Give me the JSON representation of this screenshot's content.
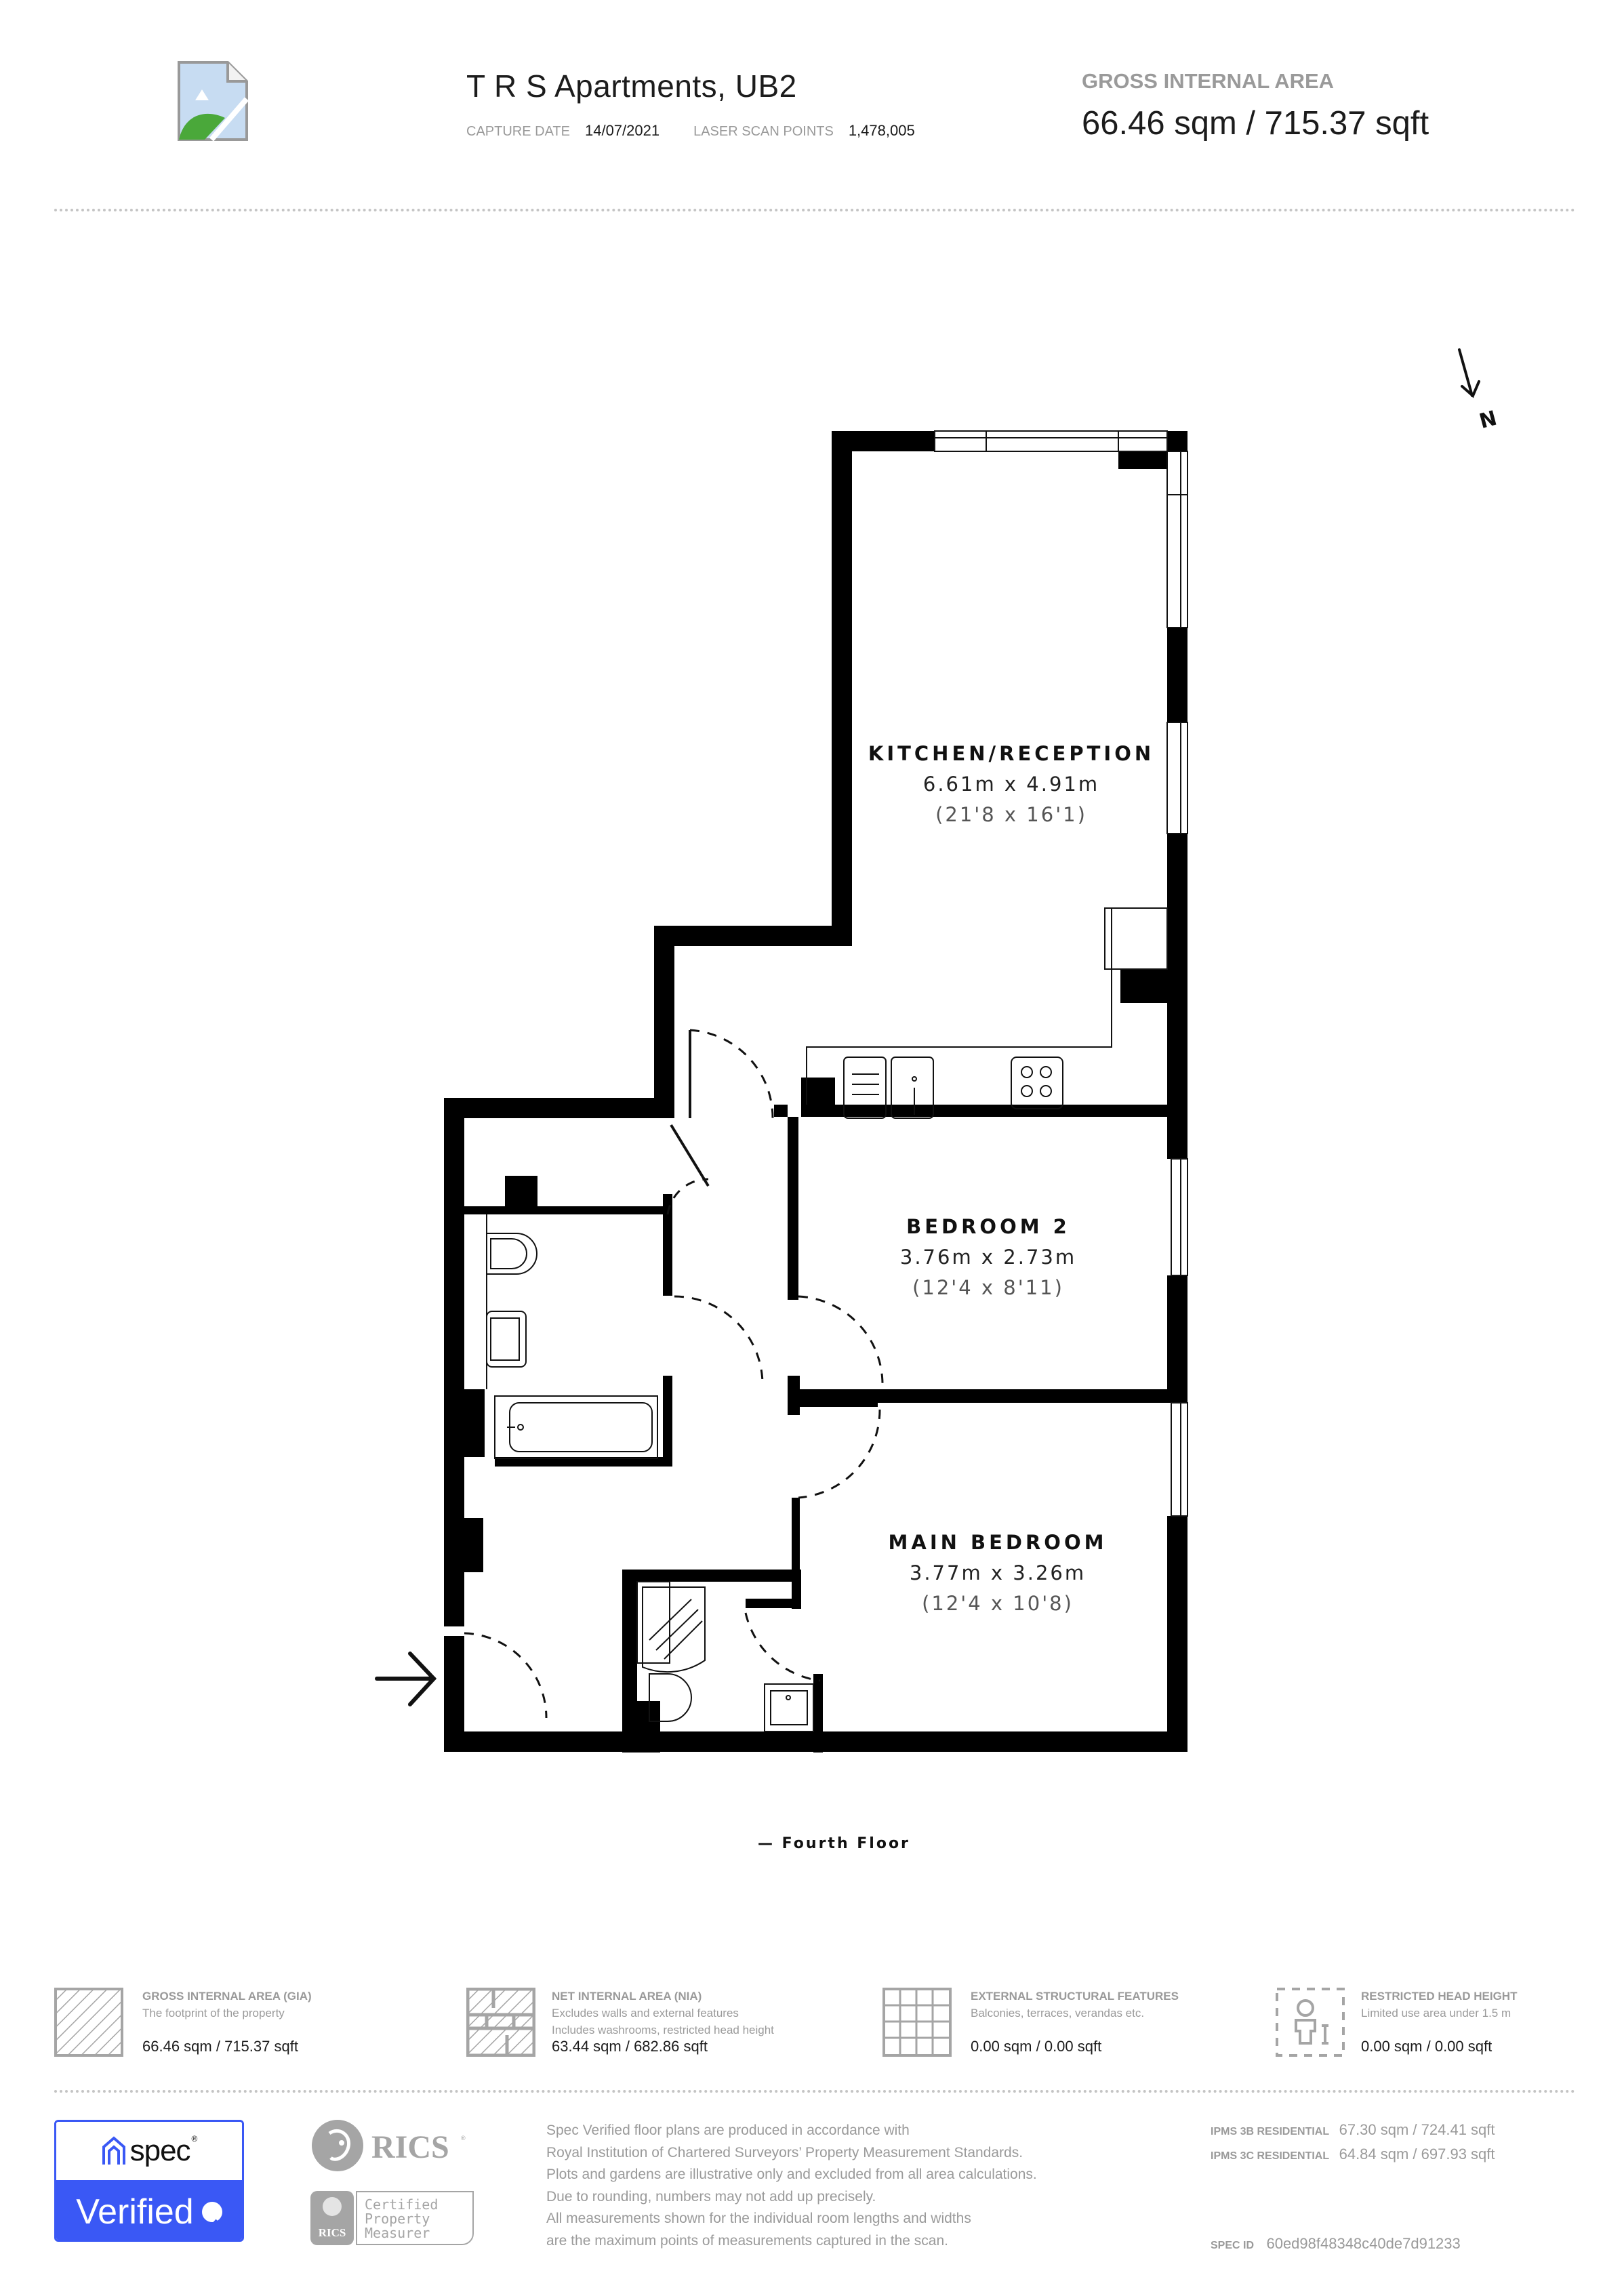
{
  "header": {
    "logo_icon": "broken-image-icon",
    "title": "T R S Apartments, UB2",
    "capture_date_label": "CAPTURE DATE",
    "capture_date": "14/07/2021",
    "laser_scan_points_label": "LASER SCAN POINTS",
    "laser_scan_points": "1,478,005",
    "gia_label": "GROSS INTERNAL AREA",
    "gia_value": "66.46 sqm / 715.37 sqft"
  },
  "floorplan": {
    "north_label": "N",
    "floor_label": "— Fourth Floor",
    "rooms": [
      {
        "name": "KITCHEN/RECEPTION",
        "metric": "6.61m x 4.91m",
        "imperial": "(21'8 x 16'1)"
      },
      {
        "name": "BEDROOM 2",
        "metric": "3.76m x 2.73m",
        "imperial": "(12'4 x 8'11)"
      },
      {
        "name": "MAIN BEDROOM",
        "metric": "3.77m x 3.26m",
        "imperial": "(12'4 x 10'8)"
      }
    ],
    "entrance_icon": "entrance-arrow-icon"
  },
  "legend": [
    {
      "icon": "gia-hatch-icon",
      "title": "GROSS INTERNAL AREA (GIA)",
      "desc": [
        "The footprint of the property"
      ],
      "value": "66.46 sqm / 715.37 sqft"
    },
    {
      "icon": "nia-hatch-icon",
      "title": "NET INTERNAL AREA (NIA)",
      "desc": [
        "Excludes walls and external features",
        "Includes washrooms, restricted head height"
      ],
      "value": "63.44 sqm / 682.86 sqft"
    },
    {
      "icon": "grid-icon",
      "title": "EXTERNAL STRUCTURAL FEATURES",
      "desc": [
        "Balconies, terraces, verandas etc."
      ],
      "value": "0.00 sqm / 0.00 sqft"
    },
    {
      "icon": "person-height-icon",
      "title": "RESTRICTED HEAD HEIGHT",
      "desc": [
        "Limited use area under 1.5 m"
      ],
      "value": "0.00 sqm / 0.00 sqft"
    }
  ],
  "footer": {
    "spec_badge": {
      "brand": "spec",
      "reg": "®",
      "verified": "Verified",
      "accent": "#3a58f5"
    },
    "rics": {
      "name": "RICS",
      "reg": "®",
      "cert_lines": [
        "Certified",
        "Property",
        "Measurer"
      ],
      "color": "#9a9a9a"
    },
    "disclaimer": [
      "Spec Verified floor plans are produced in accordance with",
      "Royal Institution of Chartered Surveyors’ Property Measurement Standards.",
      "Plots and gardens are illustrative only and excluded from all area calculations.",
      "Due to rounding, numbers may not add up precisely.",
      "All measurements shown for the individual room lengths and widths",
      "are the maximum points of measurements captured in the scan."
    ],
    "ipms": [
      {
        "label": "IPMS 3B RESIDENTIAL",
        "value": "67.30 sqm / 724.41 sqft"
      },
      {
        "label": "IPMS 3C RESIDENTIAL",
        "value": "64.84 sqm / 697.93 sqft"
      }
    ],
    "spec_id_label": "SPEC ID",
    "spec_id": "60ed98f48348c40de7d91233"
  }
}
